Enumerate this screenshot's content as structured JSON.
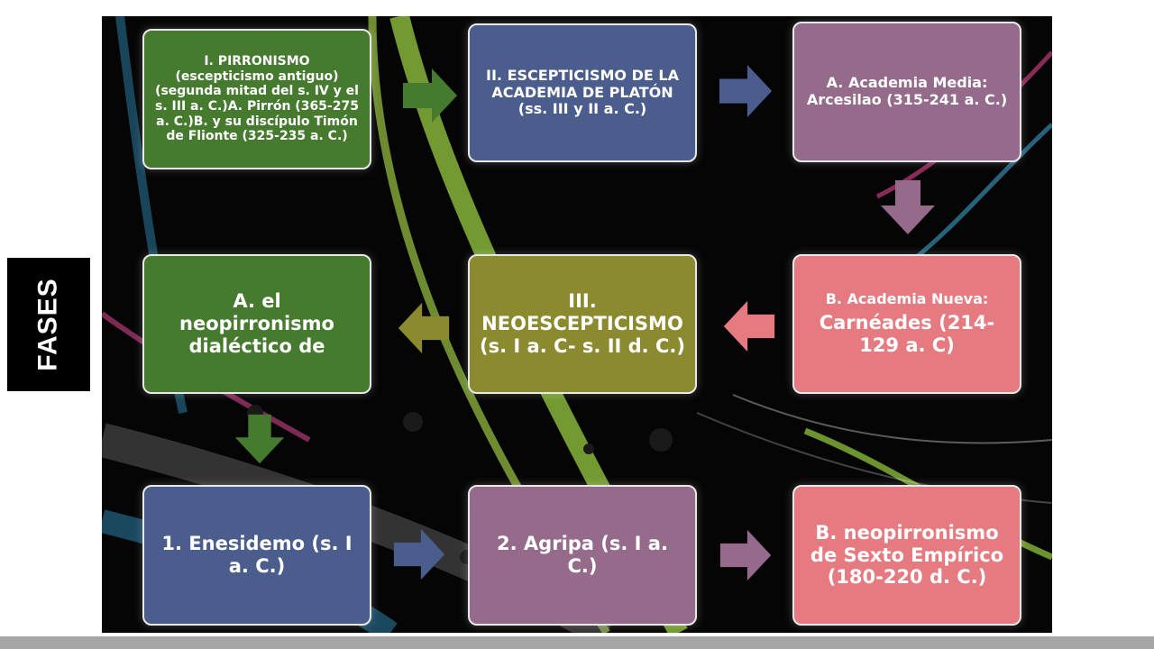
{
  "side_label": "FASES",
  "colors": {
    "green": "#457a2f",
    "blue": "#4b5d8c",
    "mauve": "#966a8a",
    "pink": "#e57a80",
    "olive": "#8c8a2e",
    "background": "#050505"
  },
  "nodes": {
    "pirronismo": "I. PIRRONISMO (escepticismo antiguo) (segunda mitad del s. IV y el s. III a. C.)A. Pirrón (365-275 a. C.)B. y su discípulo Timón de Flionte (325-235 a. C.)",
    "academia_platon": "II. ESCEPTICISMO DE LA ACADEMIA DE PLATÓN (ss. III y II a. C.)",
    "academia_media": "A. Academia Media: Arcesilao (315-241 a. C.)",
    "academia_nueva_title": "B. Academia Nueva:",
    "academia_nueva_body": "Carnéades (214-129 a. C)",
    "neoescepticismo": "III. NEOESCEPTICISMO (s. I a. C- s. II d. C.)",
    "neopirronismo_dialectico": "A. el neopirronismo dialéctico de",
    "enesidemo": "1. Enesidemo (s. I a. C.)",
    "agripa": "2. Agripa (s. I a. C.)",
    "sexto_empirico": "B. neopirronismo de Sexto Empírico (180-220 d. C.)"
  },
  "arrows": [
    {
      "from": "pirronismo",
      "to": "academia_platon",
      "direction": "right",
      "color": "green"
    },
    {
      "from": "academia_platon",
      "to": "academia_media",
      "direction": "right",
      "color": "blue"
    },
    {
      "from": "academia_media",
      "to": "academia_nueva",
      "direction": "down",
      "color": "mauve"
    },
    {
      "from": "academia_nueva",
      "to": "neoescepticismo",
      "direction": "left",
      "color": "pink"
    },
    {
      "from": "neoescepticismo",
      "to": "neopirronismo_dialectico",
      "direction": "left",
      "color": "olive"
    },
    {
      "from": "neopirronismo_dialectico",
      "to": "enesidemo",
      "direction": "down",
      "color": "green"
    },
    {
      "from": "enesidemo",
      "to": "agripa",
      "direction": "right",
      "color": "blue"
    },
    {
      "from": "agripa",
      "to": "sexto_empirico",
      "direction": "right",
      "color": "mauve"
    }
  ]
}
